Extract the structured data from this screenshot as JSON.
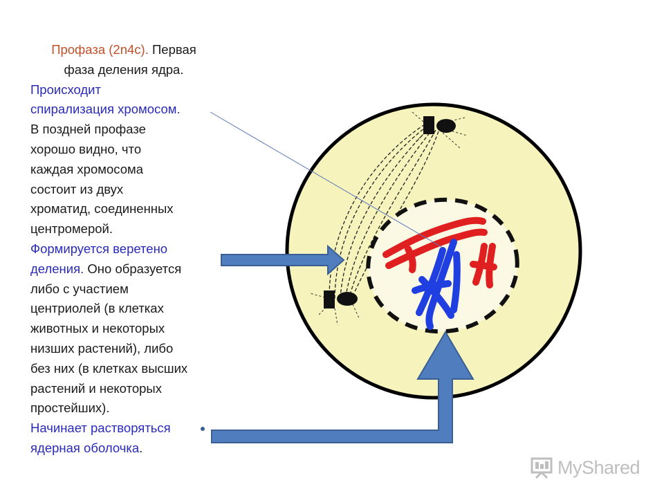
{
  "text": {
    "title_part1": "Профаза (2n4c).",
    "title_part2": " Первая",
    "title_line2": "фаза деления ядра.",
    "p1_line1": "Происходит",
    "p1_line2": "спирализация хромосом.",
    "p2_line1": "В поздней профазе",
    "p2_line2": "хорошо видно, что",
    "p2_line3": "каждая хромосома",
    "p2_line4": "состоит из двух",
    "p2_line5": "хроматид, соединенных",
    "p2_line6": "центромерой.",
    "p3_line1": "Формируется веретено",
    "p3_line2a": "деления.",
    "p3_line2b": " Оно образуется",
    "p3_line3": "либо с участием",
    "p3_line4": "центриолей (в клетках",
    "p3_line5": "животных и некоторых",
    "p3_line6": "низших растений), либо",
    "p3_line7": "без них (в клетках высших",
    "p3_line8": "растений и некоторых",
    "p3_line9": "простейших).",
    "p4_line1": "Начинает растворяться",
    "p4_line2": "ядерная оболочка",
    "p4_line2_end": "."
  },
  "watermark": {
    "text": "MyShared"
  },
  "colors": {
    "cell_fill": "#f7f3bd",
    "nucleus_fill": "#fbf9e4",
    "chromosome_red": "#e02020",
    "chromosome_blue": "#1f3fe0",
    "arrow_fill": "#4f7dbd",
    "arrow_stroke": "#3a5f95",
    "title_orange": "#c0502a",
    "text_blue": "#2a2ab8"
  },
  "icons": {
    "watermark_logo": "presentation-board-icon",
    "bullet": "dot-icon"
  }
}
